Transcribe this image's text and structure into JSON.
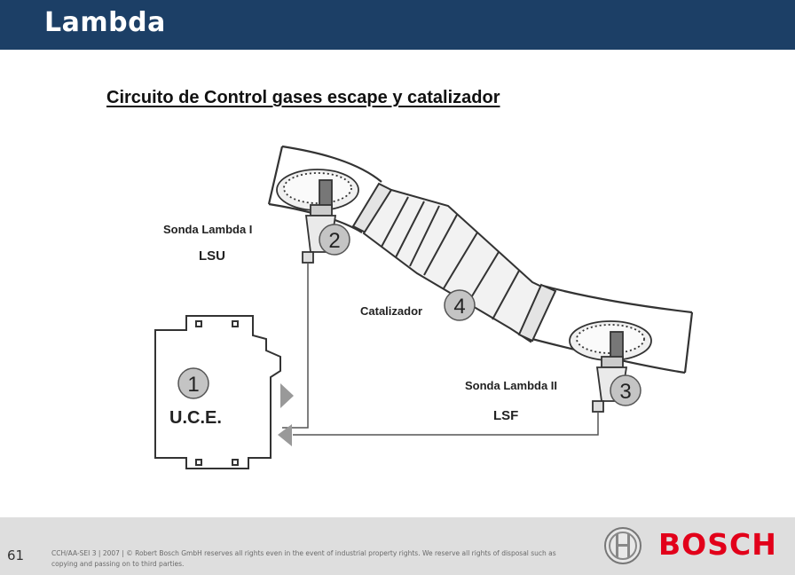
{
  "header": {
    "title": "Lambda"
  },
  "subtitle": "Circuito de Control gases escape y catalizador",
  "diagram": {
    "sensor1_label": "Sonda Lambda  I",
    "sensor1_type": "LSU",
    "sensor2_label": "Sonda Lambda  II",
    "sensor2_type": "LSF",
    "catalyst_label": "Catalizador",
    "ecu_label": "U.C.E.",
    "num_1": "1",
    "num_2": "2",
    "num_3": "3",
    "num_4": "4"
  },
  "footer": {
    "page_number": "61",
    "legal_text": "CCH/AA-SEI 3 | 2007 | © Robert Bosch GmbH reserves all rights even in the event of industrial property rights. We reserve all rights of disposal such as copying and passing on to third parties.",
    "brand": "BOSCH"
  },
  "colors": {
    "header_bg": "#1c3f66",
    "brand_red": "#e2001a",
    "footer_bg": "#dedede"
  }
}
